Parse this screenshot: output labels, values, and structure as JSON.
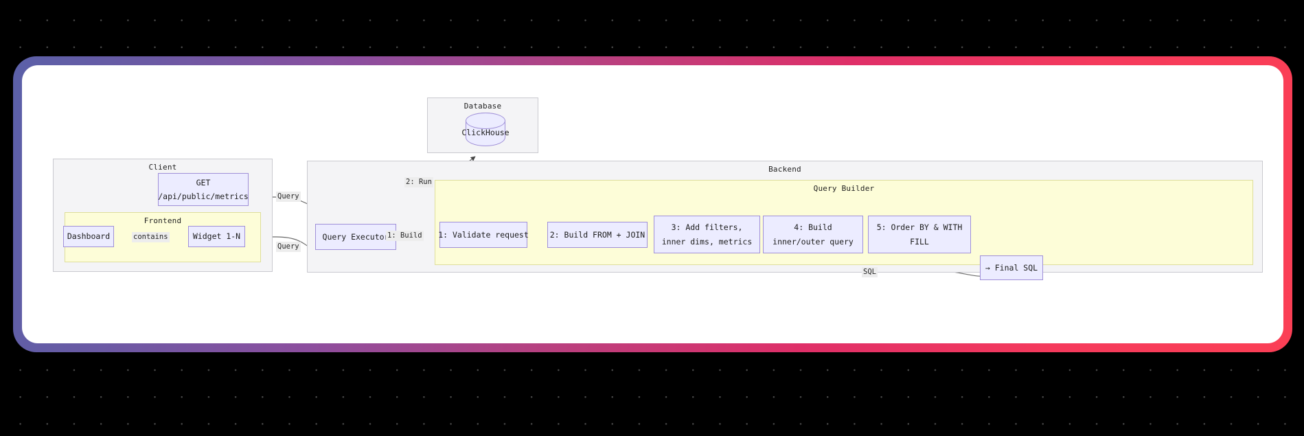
{
  "canvas": {
    "background_color": "#000000",
    "dot_color": "#4a4a4a"
  },
  "card": {
    "gradient_from": "#5b60a8",
    "gradient_mid": "#b8407f",
    "gradient_to": "#fb3f55",
    "inner_background": "#ffffff"
  },
  "palette": {
    "node_fill": "#ececff",
    "node_border": "#9f8fd8",
    "group_fill": "#f4f4f6",
    "group_border": "#c9c9cf",
    "subgraph_yellow_fill": "#fdfdd8",
    "subgraph_yellow_border": "#dede9a",
    "edge_color": "#666666",
    "edge_label_bg": "#ededed"
  },
  "groups": {
    "client": {
      "label": "Client"
    },
    "frontend": {
      "label": "Frontend"
    },
    "database": {
      "label": "Database"
    },
    "backend": {
      "label": "Backend"
    },
    "query_builder": {
      "label": "Query Builder"
    }
  },
  "nodes": {
    "get_metrics": {
      "line1": "GET",
      "line2": "/api/public/metrics"
    },
    "dashboard": {
      "label": "Dashboard"
    },
    "widget": {
      "label": "Widget 1-N"
    },
    "clickhouse": {
      "label": "ClickHouse"
    },
    "query_executor": {
      "label": "Query Executor"
    },
    "step1": {
      "label": "1: Validate request"
    },
    "step2": {
      "label": "2: Build FROM + JOIN"
    },
    "step3": {
      "line1": "3: Add filters,",
      "line2": "inner dims, metrics"
    },
    "step4": {
      "line1": "4: Build",
      "line2": "inner/outer query"
    },
    "step5": {
      "line1": "5: Order BY & WITH",
      "line2": "FILL"
    },
    "final_sql": {
      "label": "→ Final SQL"
    }
  },
  "edge_labels": {
    "contains": "contains",
    "query_top": "Query",
    "query_bottom": "Query",
    "run": "2: Run",
    "build": "1: Build",
    "sql": "SQL"
  }
}
